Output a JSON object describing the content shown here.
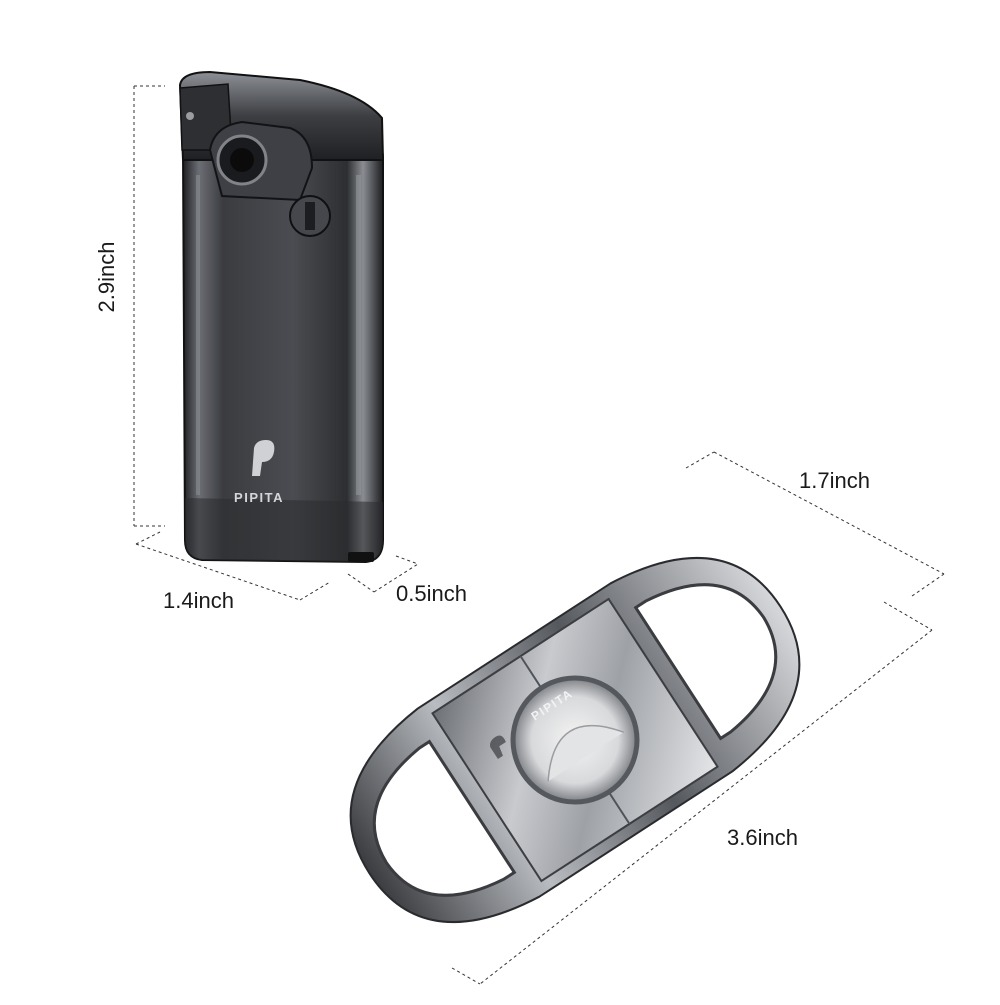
{
  "lighter": {
    "brand_text": "PIPITA",
    "height_label": "2.9inch",
    "width_label": "1.4inch",
    "depth_label": "0.5inch"
  },
  "cutter": {
    "brand_text": "PIPITA",
    "width_label": "1.7inch",
    "length_label": "3.6inch"
  },
  "colors": {
    "background": "#ffffff",
    "gunmetal_dark": "#2b2d31",
    "gunmetal_mid": "#5a5d63",
    "chrome_light": "#d9dbde",
    "dimension_line": "#333333"
  }
}
